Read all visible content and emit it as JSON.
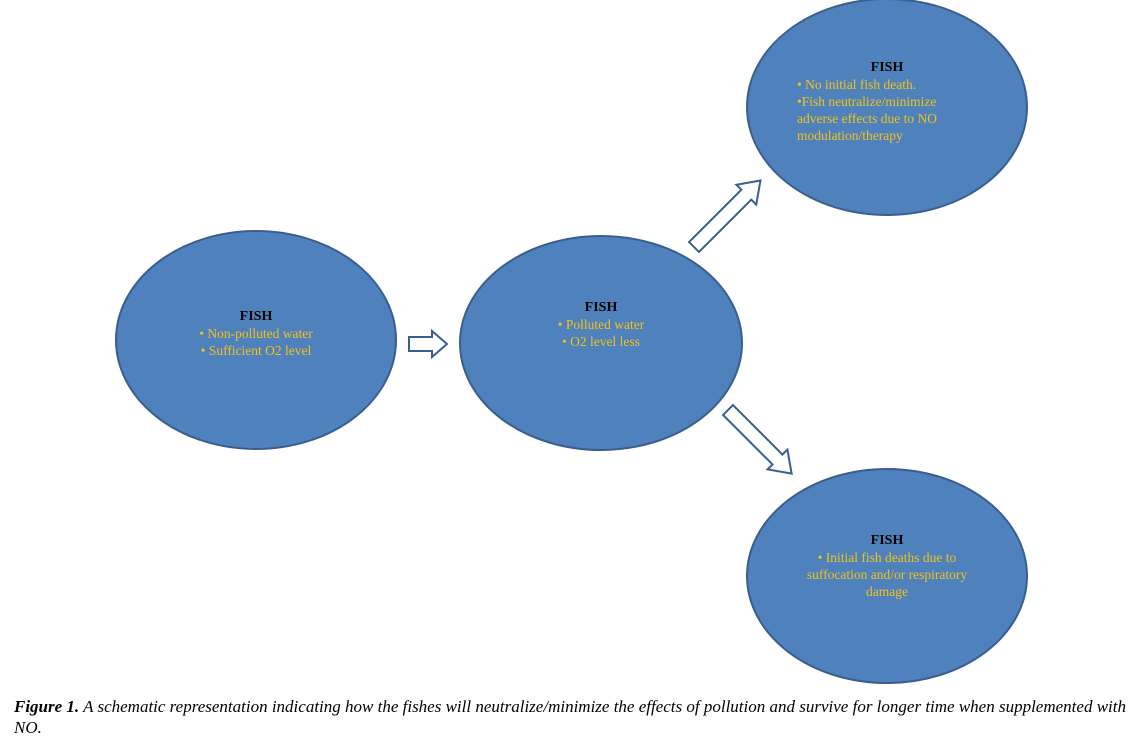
{
  "colors": {
    "ellipse_fill": "#4f81bd",
    "ellipse_stroke": "#3a5f8f",
    "arrow_stroke": "#3a5f8f",
    "bullet_text": "#f2c21b",
    "title_text": "#000000"
  },
  "nodes": {
    "left": {
      "title": "FISH",
      "lines": [
        "• Non-polluted  water",
        "• Sufficient O2 level"
      ]
    },
    "center": {
      "title": "FISH",
      "lines": [
        "• Polluted water",
        "• O2 level less"
      ]
    },
    "top": {
      "title": "FISH",
      "lines": [
        "• No initial  fish death.",
        "•Fish neutralize/minimize",
        "adverse effects due to NO",
        "modulation/therapy"
      ]
    },
    "bottom": {
      "title": "FISH",
      "lines": [
        "• Initial  fish deaths due to",
        "suffocation and/or respiratory",
        "damage"
      ]
    }
  },
  "caption": {
    "label": "Figure 1.",
    "text": " A schematic representation indicating how the fishes will neutralize/minimize the effects of pollution and survive for longer time when supplemented with NO."
  }
}
